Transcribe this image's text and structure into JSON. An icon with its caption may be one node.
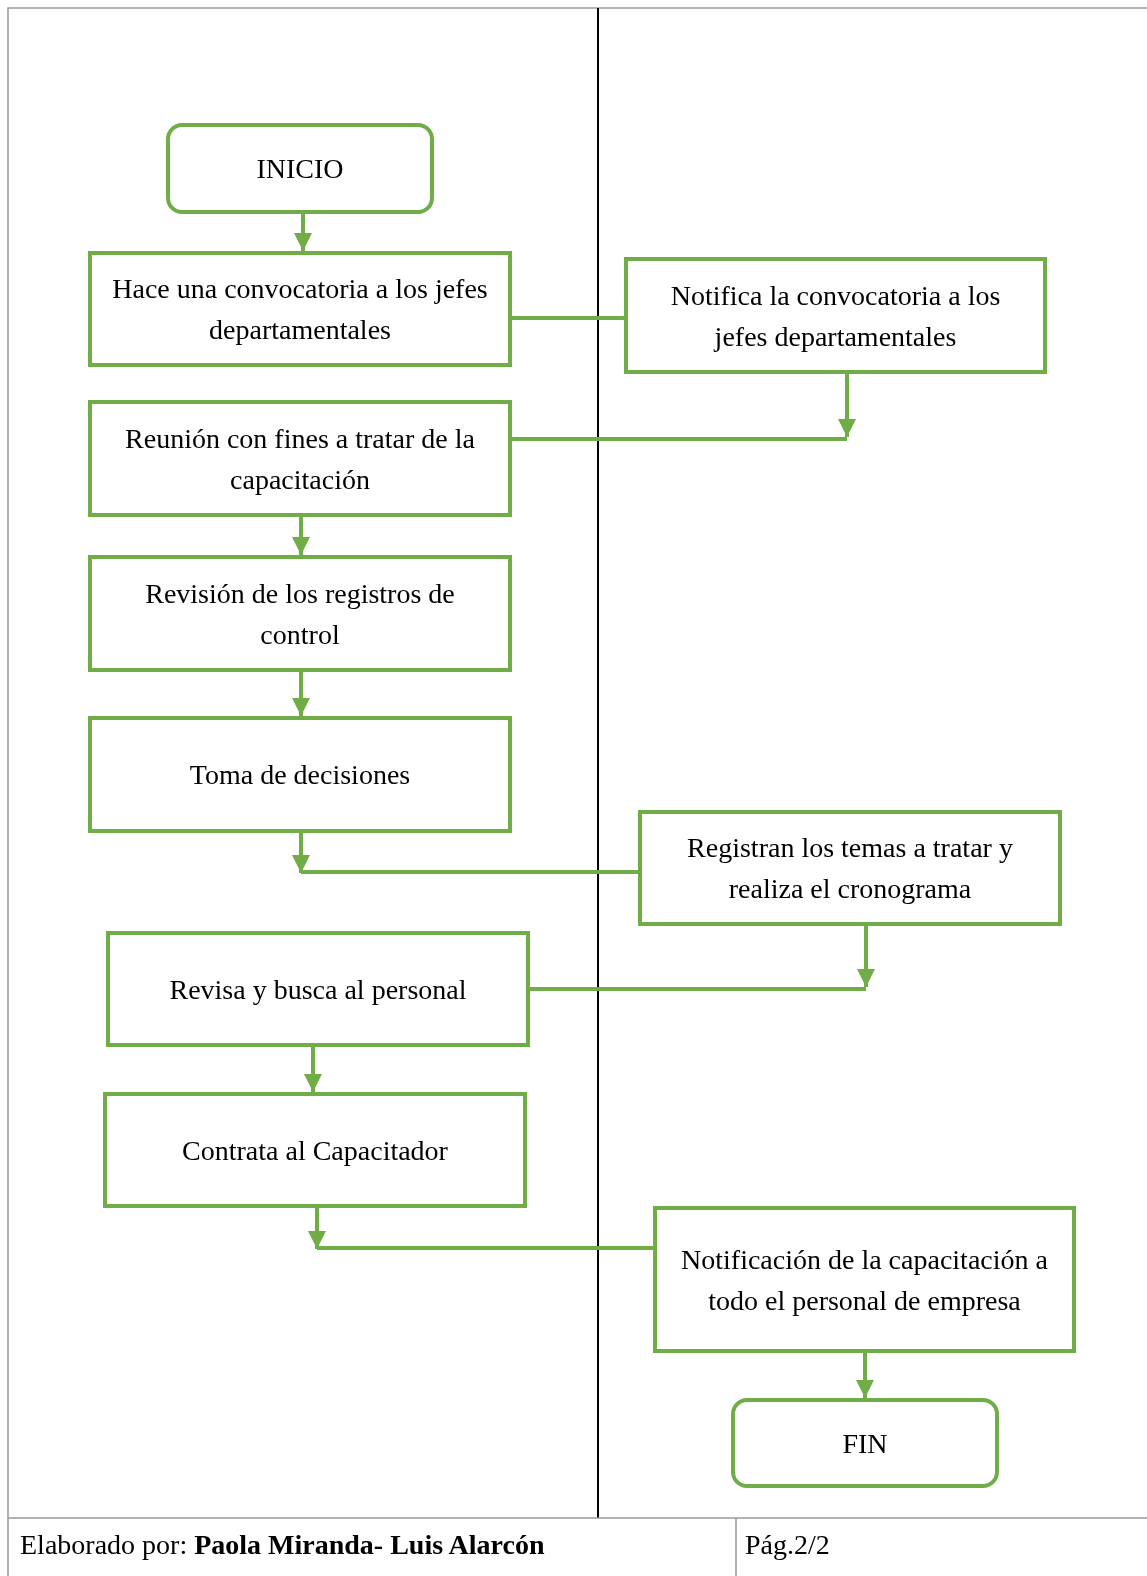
{
  "diagram": {
    "nodes": [
      {
        "text": [
          "INICIO"
        ]
      },
      {
        "text": [
          "Hace una convocatoria a los jefes departamentales"
        ]
      },
      {
        "text": [
          "Notifica la convocatoria a los jefes departamentales"
        ]
      },
      {
        "text": [
          "Reunión con fines a tratar de la capacitación"
        ]
      },
      {
        "text": [
          "Revisión de los registros de control"
        ]
      },
      {
        "text": [
          "Toma de decisiones"
        ]
      },
      {
        "text": [
          "Registran los temas a tratar y realiza el cronograma"
        ]
      },
      {
        "text": [
          "Revisa y busca al personal"
        ]
      },
      {
        "text": [
          "Contrata al Capacitador"
        ]
      },
      {
        "text": [
          "Notificación de la capacitación a todo el personal de empresa"
        ]
      },
      {
        "text": [
          "FIN"
        ]
      }
    ],
    "edges": [
      {
        "from": 0,
        "to": 1,
        "arrow": "to"
      },
      {
        "from": 1,
        "to": 2,
        "arrow": "none"
      },
      {
        "from": 2,
        "to": null,
        "arrow": "to"
      },
      {
        "from": 3,
        "to": null,
        "arrow": "none"
      },
      {
        "from": 3,
        "to": 4,
        "arrow": "to"
      },
      {
        "from": 4,
        "to": 5,
        "arrow": "to"
      },
      {
        "from": 5,
        "to": null,
        "arrow": "to"
      },
      {
        "from": 6,
        "to": null,
        "arrow": "none"
      },
      {
        "from": 6,
        "to": null,
        "arrow": "to"
      },
      {
        "from": 7,
        "to": null,
        "arrow": "none"
      },
      {
        "from": 7,
        "to": 8,
        "arrow": "to"
      },
      {
        "from": 8,
        "to": null,
        "arrow": "to"
      },
      {
        "from": 9,
        "to": null,
        "arrow": "none"
      },
      {
        "from": 9,
        "to": 10,
        "arrow": "to"
      }
    ],
    "labels": [
      "Elaborado por: **Paola Miranda- Luis Alarcón**",
      "Pág.2/2"
    ]
  }
}
